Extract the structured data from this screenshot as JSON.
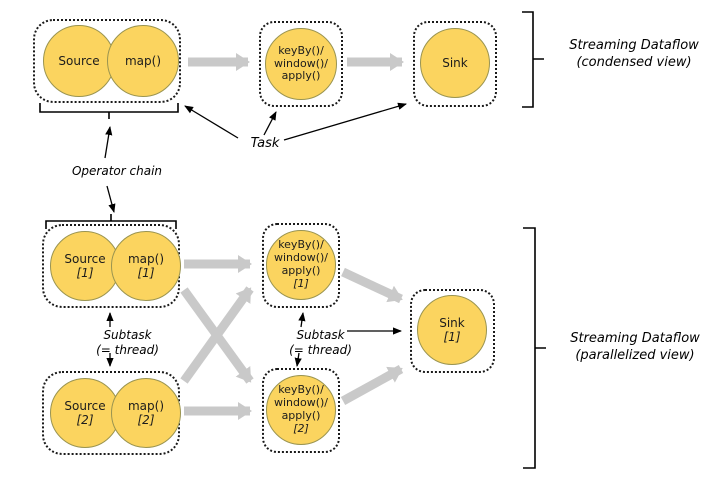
{
  "colors": {
    "node_fill": "#FBD45F",
    "node_stroke": "#9a9450",
    "flow_arrow": "#C9C9C9",
    "line": "#000000"
  },
  "condensed": {
    "chain": {
      "source_label": "Source",
      "map_label": "map()"
    },
    "keyby_lines": [
      "keyBy()/",
      "window()/",
      "apply()"
    ],
    "sink_label": "Sink",
    "caption_line1": "Streaming Dataflow",
    "caption_line2": "(condensed view)"
  },
  "annotations": {
    "task_label": "Task",
    "operator_chain_label": "Operator chain",
    "subtask_left_line1": "Subtask",
    "subtask_left_line2": "(= thread)",
    "subtask_mid_line1": "Subtask",
    "subtask_mid_line2": "(= thread)"
  },
  "parallel": {
    "chain1": {
      "source_label": "Source",
      "source_index": "[1]",
      "map_label": "map()",
      "map_index": "[1]"
    },
    "chain2": {
      "source_label": "Source",
      "source_index": "[2]",
      "map_label": "map()",
      "map_index": "[2]"
    },
    "keyby1_lines": [
      "keyBy()/",
      "window()/",
      "apply()"
    ],
    "keyby1_index": "[1]",
    "keyby2_lines": [
      "keyBy()/",
      "window()/",
      "apply()"
    ],
    "keyby2_index": "[2]",
    "sink_label": "Sink",
    "sink_index": "[1]",
    "caption_line1": "Streaming Dataflow",
    "caption_line2": "(parallelized view)"
  }
}
